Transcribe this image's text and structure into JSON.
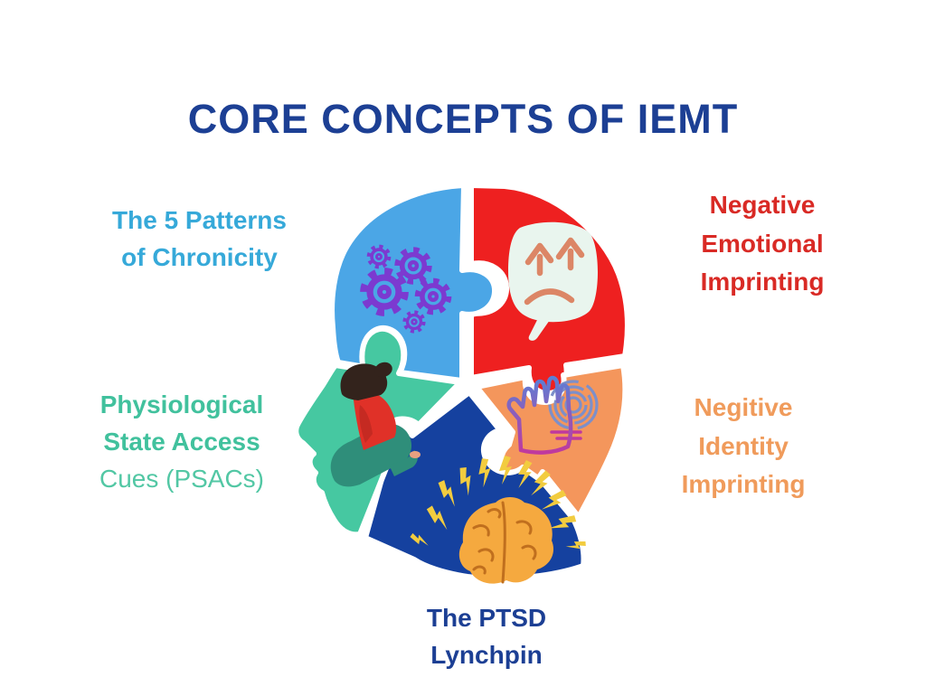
{
  "title": "CORE CONCEPTS OF IEMT",
  "labels": {
    "patterns": {
      "line1": "The 5 Patterns",
      "line2": "of Chronicity"
    },
    "psacs": {
      "line1": "Physiological",
      "line2": "State Access",
      "line3": "Cues (PSACs)"
    },
    "negative_emotional": {
      "line1": "Negative",
      "line2": "Emotional",
      "line3": "Imprinting"
    },
    "negitive_identity": {
      "line1": "Negitive",
      "line2": "Identity",
      "line3": "Imprinting"
    },
    "ptsd": {
      "line1": "The PTSD",
      "line2": "Lynchpin"
    }
  },
  "colors": {
    "title_text": "#1C3F94",
    "patterns_text": "#36A9D9",
    "psacs_text": "#41C19D",
    "negative_emotional_text": "#D92A25",
    "negitive_identity_text": "#F09B5B",
    "ptsd_text": "#1C3F94",
    "gear_purple": "#7C3AD0",
    "bubble_fill": "#E9F5EE",
    "bubble_face": "#DC8666",
    "brain_fill": "#F5A93F",
    "brain_line": "#C06F1E",
    "bolt_yellow": "#F2CC3F",
    "fingerprint_blue": "#7D8FC9",
    "hand_magenta": "#C0399E",
    "hand_blue": "#5B7FD6",
    "person_hair": "#33231C",
    "person_shirt": "#E03128",
    "person_arm": "#C52A22",
    "person_skin": "#E8A080",
    "person_pants": "#2F8E7A"
  },
  "puzzle": {
    "pieces": [
      {
        "name": "five-patterns-piece",
        "color": "#4BA6E6",
        "icon": "gears-icon"
      },
      {
        "name": "negative-emotional-piece",
        "color": "#EE2020",
        "icon": "sad-face-bubble-icon"
      },
      {
        "name": "psacs-piece",
        "color": "#46C8A1",
        "icon": "kneeling-person-icon"
      },
      {
        "name": "negitive-identity-piece",
        "color": "#F4965C",
        "icon": "hand-fingerprint-icon"
      },
      {
        "name": "ptsd-piece",
        "color": "#15419F",
        "icon": "brain-lightning-icon"
      }
    ]
  }
}
